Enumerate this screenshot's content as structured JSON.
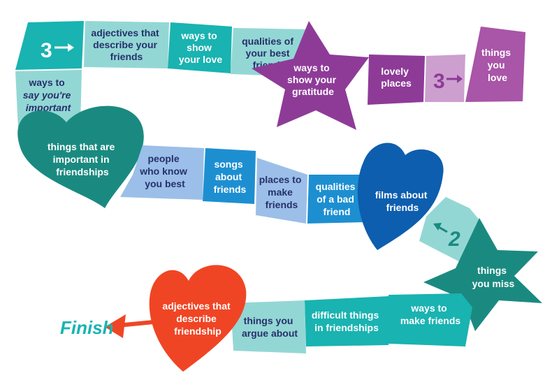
{
  "board": {
    "colors": {
      "teal": "#19b3b1",
      "light_teal": "#93d7d5",
      "dark_teal": "#1a8a80",
      "purple": "#8e3b98",
      "light_purple": "#cc9fcf",
      "mid_purple": "#a955a8",
      "blue": "#1d8fd1",
      "light_blue": "#9bbfe8",
      "navy": "#0d5eae",
      "red": "#f04524",
      "text_dark": "#27306b"
    },
    "squares": [
      {
        "id": "start",
        "lines": [
          "3"
        ],
        "arrow": "right"
      },
      {
        "id": "adjectives-friends",
        "lines": [
          "adjectives that",
          "describe your",
          "friends"
        ]
      },
      {
        "id": "ways-show-love",
        "lines": [
          "ways to",
          "show",
          "your love"
        ]
      },
      {
        "id": "qualities-best-friends",
        "lines": [
          "qualities of",
          "your best",
          "friends"
        ]
      },
      {
        "id": "ways-show-gratitude",
        "lines": [
          "ways to",
          "show your",
          "gratitude"
        ],
        "shape": "star"
      },
      {
        "id": "lovely-places",
        "lines": [
          "lovely",
          "places"
        ]
      },
      {
        "id": "bonus-3",
        "lines": [
          "3"
        ],
        "arrow": "right"
      },
      {
        "id": "things-you-love",
        "lines": [
          "things",
          "you",
          "love"
        ]
      },
      {
        "id": "say-important",
        "lines": [
          "ways to",
          "say you're",
          "important"
        ]
      },
      {
        "id": "important-friendships",
        "lines": [
          "things that are",
          "important in",
          "friendships"
        ],
        "shape": "heart"
      },
      {
        "id": "people-know-best",
        "lines": [
          "people",
          "who know",
          "you best"
        ]
      },
      {
        "id": "songs-friends",
        "lines": [
          "songs",
          "about",
          "friends"
        ]
      },
      {
        "id": "places-make-friends",
        "lines": [
          "places to",
          "make",
          "friends"
        ]
      },
      {
        "id": "qualities-bad-friend",
        "lines": [
          "qualities",
          "of a bad",
          "friend"
        ]
      },
      {
        "id": "films-friends",
        "lines": [
          "films about",
          "friends"
        ],
        "shape": "heart"
      },
      {
        "id": "back-2",
        "lines": [
          "2"
        ],
        "arrow": "back"
      },
      {
        "id": "things-miss",
        "lines": [
          "things",
          "you miss"
        ],
        "shape": "star"
      },
      {
        "id": "ways-make-friends",
        "lines": [
          "ways to",
          "make friends"
        ]
      },
      {
        "id": "difficult-things",
        "lines": [
          "difficult things",
          "in friendships"
        ]
      },
      {
        "id": "things-argue",
        "lines": [
          "things you",
          "argue about"
        ]
      },
      {
        "id": "adjectives-friendship",
        "lines": [
          "adjectives that",
          "describe",
          "friendship"
        ],
        "shape": "heart"
      }
    ],
    "finish_label": "Finish"
  }
}
